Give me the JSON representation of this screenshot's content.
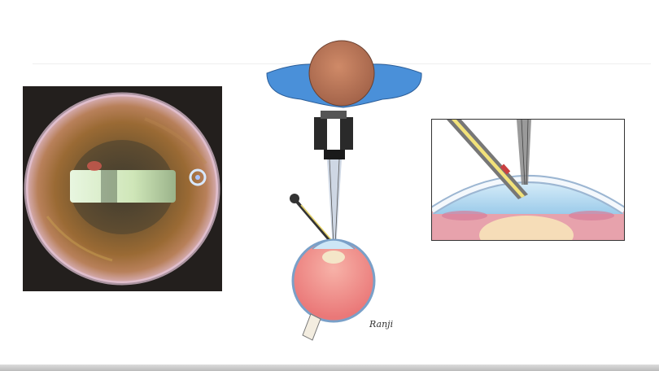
{
  "figure": {
    "panels": [
      {
        "id": "photo",
        "content": "intraoperative-eye-photo"
      },
      {
        "id": "schematic",
        "content": "microscope-eye-schematic"
      },
      {
        "id": "inset",
        "content": "anterior-chamber-closeup"
      }
    ],
    "artist_signature": "Ranji"
  },
  "colors": {
    "background": "#ffffff",
    "head_blue": "#4a90d9",
    "head_brown": "#c87f5f",
    "eyeball_pink": "#ef8a8a",
    "lens_cream": "#f6ddb8",
    "cornea_blue": "#bcdcf2",
    "instrument_yellow": "#f2e27a",
    "photo_dark": "#231f1d"
  }
}
